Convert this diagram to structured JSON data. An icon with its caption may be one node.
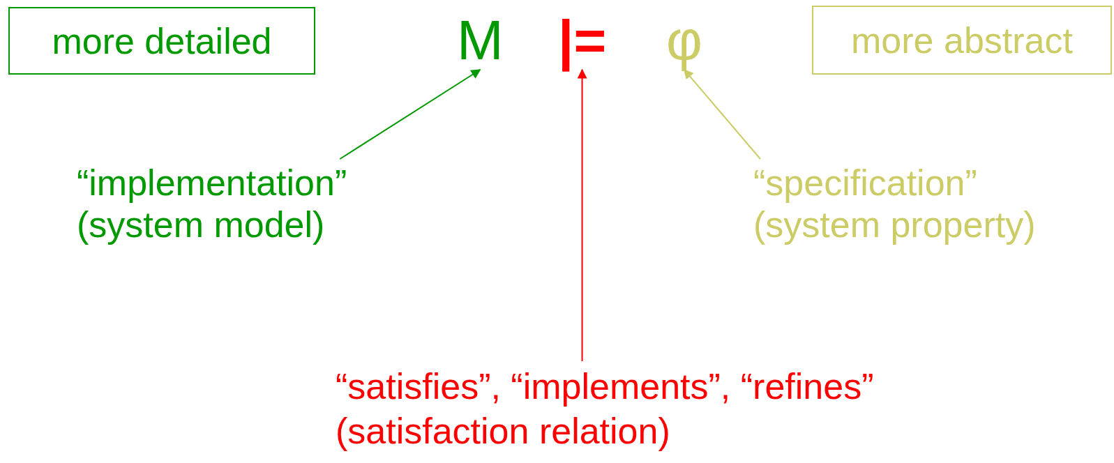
{
  "diagram": {
    "nodes": [
      {
        "text": [
          "more detailed"
        ]
      },
      {
        "text": [
          "M"
        ]
      },
      {
        "text": [
          "|="
        ]
      },
      {
        "text": [
          "φ"
        ]
      },
      {
        "text": [
          "more abstract"
        ]
      },
      {
        "text": [
          "“implementation”",
          "(system model)"
        ]
      },
      {
        "text": [
          "“specification”",
          "(system property)"
        ]
      },
      {
        "text": [
          "“satisfies”, “implements”, “refines”",
          "(satisfaction relation)"
        ]
      }
    ],
    "edges": [
      {
        "from": 5,
        "to": 1,
        "arrow": "to",
        "color": "#009900"
      },
      {
        "from": 7,
        "to": 2,
        "arrow": "to",
        "color": "#ff0000"
      },
      {
        "from": 6,
        "to": 3,
        "arrow": "to",
        "color": "#cccc66"
      }
    ]
  }
}
